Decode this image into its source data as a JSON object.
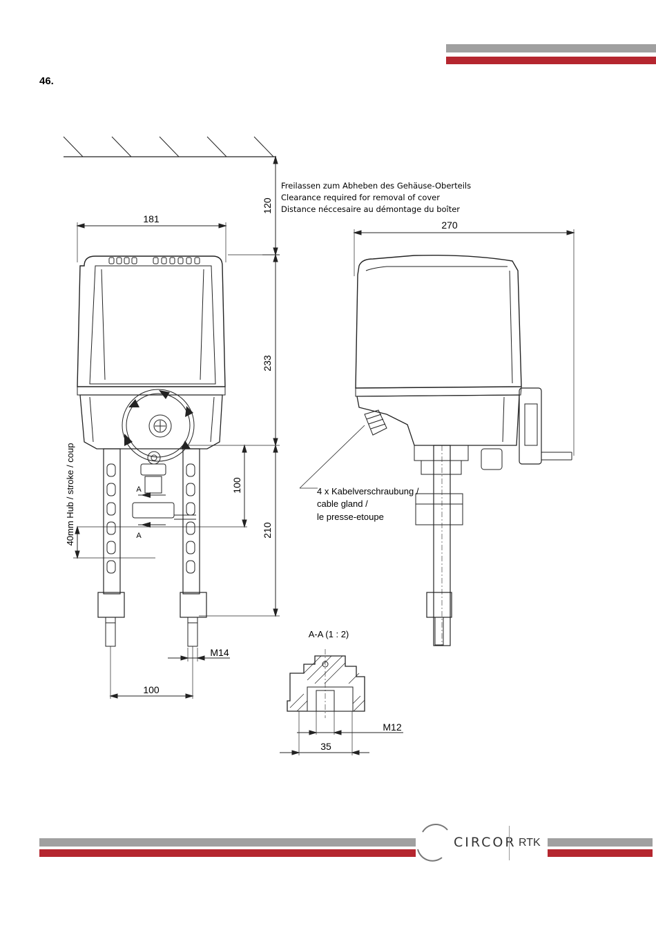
{
  "page": {
    "number": "46."
  },
  "colors": {
    "gray_bar": "#a0a0a0",
    "red_bar": "#b5262f",
    "line": "#222222"
  },
  "notes": {
    "clearance": [
      "Freilassen zum Abheben des Gehäuse-Oberteils",
      "Clearance required for removal of cover",
      "Distance néccesaire au démontage du boîter"
    ],
    "cable_gland": [
      "4 x Kabelverschraubung /",
      "cable gland /",
      "le presse-etoupe"
    ],
    "stroke": "40mm Hub / stroke / coup",
    "section_title": "A-A (1 : 2)",
    "section_marker": "A"
  },
  "dimensions": {
    "width_front": "181",
    "width_side": "270",
    "clearance_height": "120",
    "body_height": "233",
    "lower_height": "210",
    "rod_height": "100",
    "thread_rod": "M14",
    "rod_spacing": "100",
    "thread_section": "M12",
    "section_width": "35"
  },
  "logo": {
    "brand": "CIRCOR",
    "division": "RTK",
    "brand_icon": "circor-ring-icon"
  }
}
